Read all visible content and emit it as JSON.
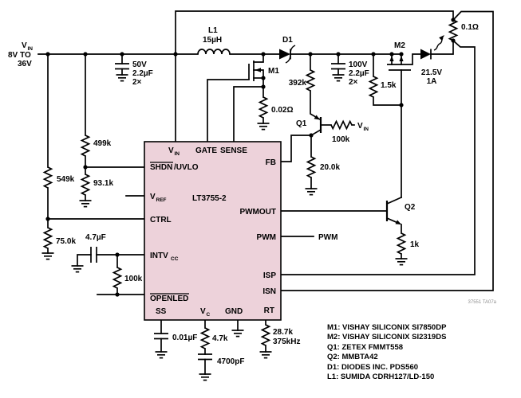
{
  "colors": {
    "ic_fill": "#edd2da",
    "line": "#000000",
    "text": "#000000",
    "watermark_text": "#8e8e8e"
  },
  "input": {
    "v": "V",
    "v_sub": "IN",
    "range_line1": "8V TO",
    "range_line2": "36V"
  },
  "parts": {
    "c_in": {
      "l1": "50V",
      "l2": "2.2µF",
      "l3": "2×"
    },
    "l1": {
      "ref": "L1",
      "value": "15µH"
    },
    "m1": {
      "ref": "M1"
    },
    "r_sw_sense": {
      "value": "0.02Ω"
    },
    "d1": {
      "ref": "D1"
    },
    "r_fb_top": {
      "value": "392k"
    },
    "c_out": {
      "l1": "100V",
      "l2": "2.2µF",
      "l3": "2×"
    },
    "r_gate_pullup": {
      "value": "1.5k"
    },
    "m2": {
      "ref": "M2"
    },
    "led": {
      "l1": "21.5V",
      "l2": "1A"
    },
    "r_led_sense": {
      "value": "0.1Ω"
    },
    "q1": {
      "ref": "Q1"
    },
    "r_q1_base": {
      "value": "100k"
    },
    "q1_vin": {
      "v": "V",
      "sub": "IN"
    },
    "r_fb_bot": {
      "value": "20.0k"
    },
    "q2": {
      "ref": "Q2"
    },
    "r_q2_emitter": {
      "value": "1k"
    },
    "pwm_net": "PWM",
    "r_uvlo_top": {
      "value": "499k"
    },
    "r_uvlo_bot": {
      "value": "93.1k"
    },
    "r_ctrl_top": {
      "value": "549k"
    },
    "r_ctrl_bot": {
      "value": "75.0k"
    },
    "c_intvcc": {
      "value": "4.7µF"
    },
    "r_openled": {
      "value": "100k"
    },
    "c_ss": {
      "value": "0.01µF"
    },
    "r_vc": {
      "value": "4.7k"
    },
    "c_vc": {
      "value": "4700pF"
    },
    "r_rt": {
      "value": "28.7k",
      "freq": "375kHz"
    }
  },
  "ic": {
    "part": "LT3755-2",
    "pins": {
      "vin_main": "V",
      "vin_sub": "IN",
      "gate": "GATE",
      "sense": "SENSE",
      "shdn_bar": "SHDN",
      "shdn_rest": "/UVLO",
      "vref_main": "V",
      "vref_sub": "REF",
      "ctrl": "CTRL",
      "intvcc_main": "INTV",
      "intvcc_sub": "CC",
      "openled": "OPENLED",
      "fb": "FB",
      "pwmout": "PWMOUT",
      "pwm": "PWM",
      "isp": "ISP",
      "isn": "ISN",
      "ss": "SS",
      "vc_main": "V",
      "vc_sub": "C",
      "gnd": "GND",
      "rt": "RT"
    }
  },
  "notes": [
    "M1: VISHAY SILICONIX SI7850DP",
    "M2: VISHAY SILICONIX SI2319DS",
    "Q1: ZETEX FMMT558",
    "Q2: MMBTA42",
    "D1: DIODES INC. PDS560",
    "L1: SUMIDA CDRH127/LD-150"
  ],
  "watermark": "37551 TA07a"
}
